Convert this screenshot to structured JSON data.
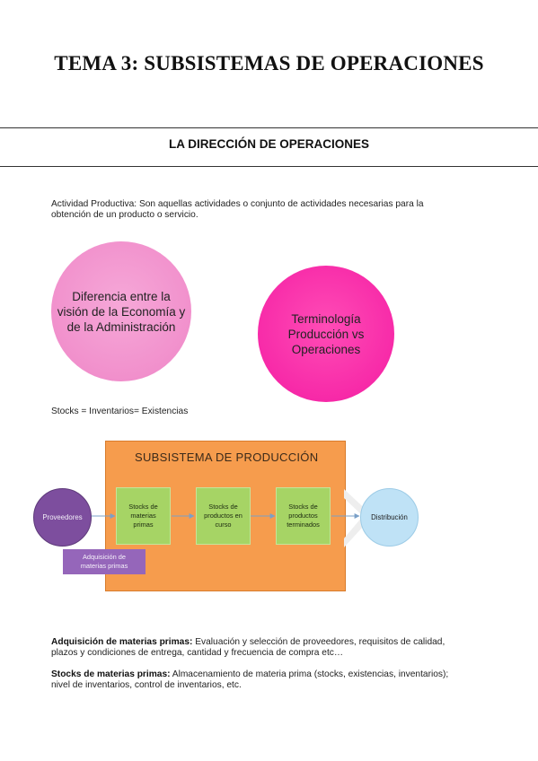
{
  "header": {
    "title": "TEMA 3: SUBSISTEMAS DE OPERACIONES"
  },
  "section": {
    "heading": "LA DIRECCIÓN DE OPERACIONES"
  },
  "intro": {
    "line1": "Actividad Productiva: Son aquellas actividades o conjunto de actividades necesarias para la",
    "line2": "obtención de un producto o servicio."
  },
  "circles": {
    "left": "Diferencia entre la\nvisión de la Economía y\nde la Administración",
    "right": "Terminología\nProducción vs\nOperaciones"
  },
  "stocks_line": "Stocks = Inventarios= Existencias",
  "diagram": {
    "title": "SUBSISTEMA DE PRODUCCIÓN",
    "supplier": "Proveedores",
    "distribution": "Distribución",
    "boxes": [
      "Stocks de\nmaterias\nprimas",
      "Stocks de\nproductos en\ncurso",
      "Stocks de\nproductos\nterminados"
    ],
    "tag": "Adquisición de\nmaterias primas",
    "colors": {
      "subsystem": "#f69c4d",
      "box": "#a6d465",
      "supplier": "#7d4e9e",
      "distribution": "#bfe2f6",
      "tag": "#9566ba"
    }
  },
  "definitions": {
    "adq_term": "Adquisición de materias primas:",
    "adq_text1": " Evaluación y selección de proveedores, requisitos de calidad,",
    "adq_text2": "plazos y condiciones de entrega, cantidad y frecuencia de compra etc…",
    "stk_term": "Stocks de materias primas:",
    "stk_text1": " Almacenamiento de materia prima (stocks, existencias, inventarios);",
    "stk_text2": "nivel de inventarios, control de inventarios, etc."
  }
}
